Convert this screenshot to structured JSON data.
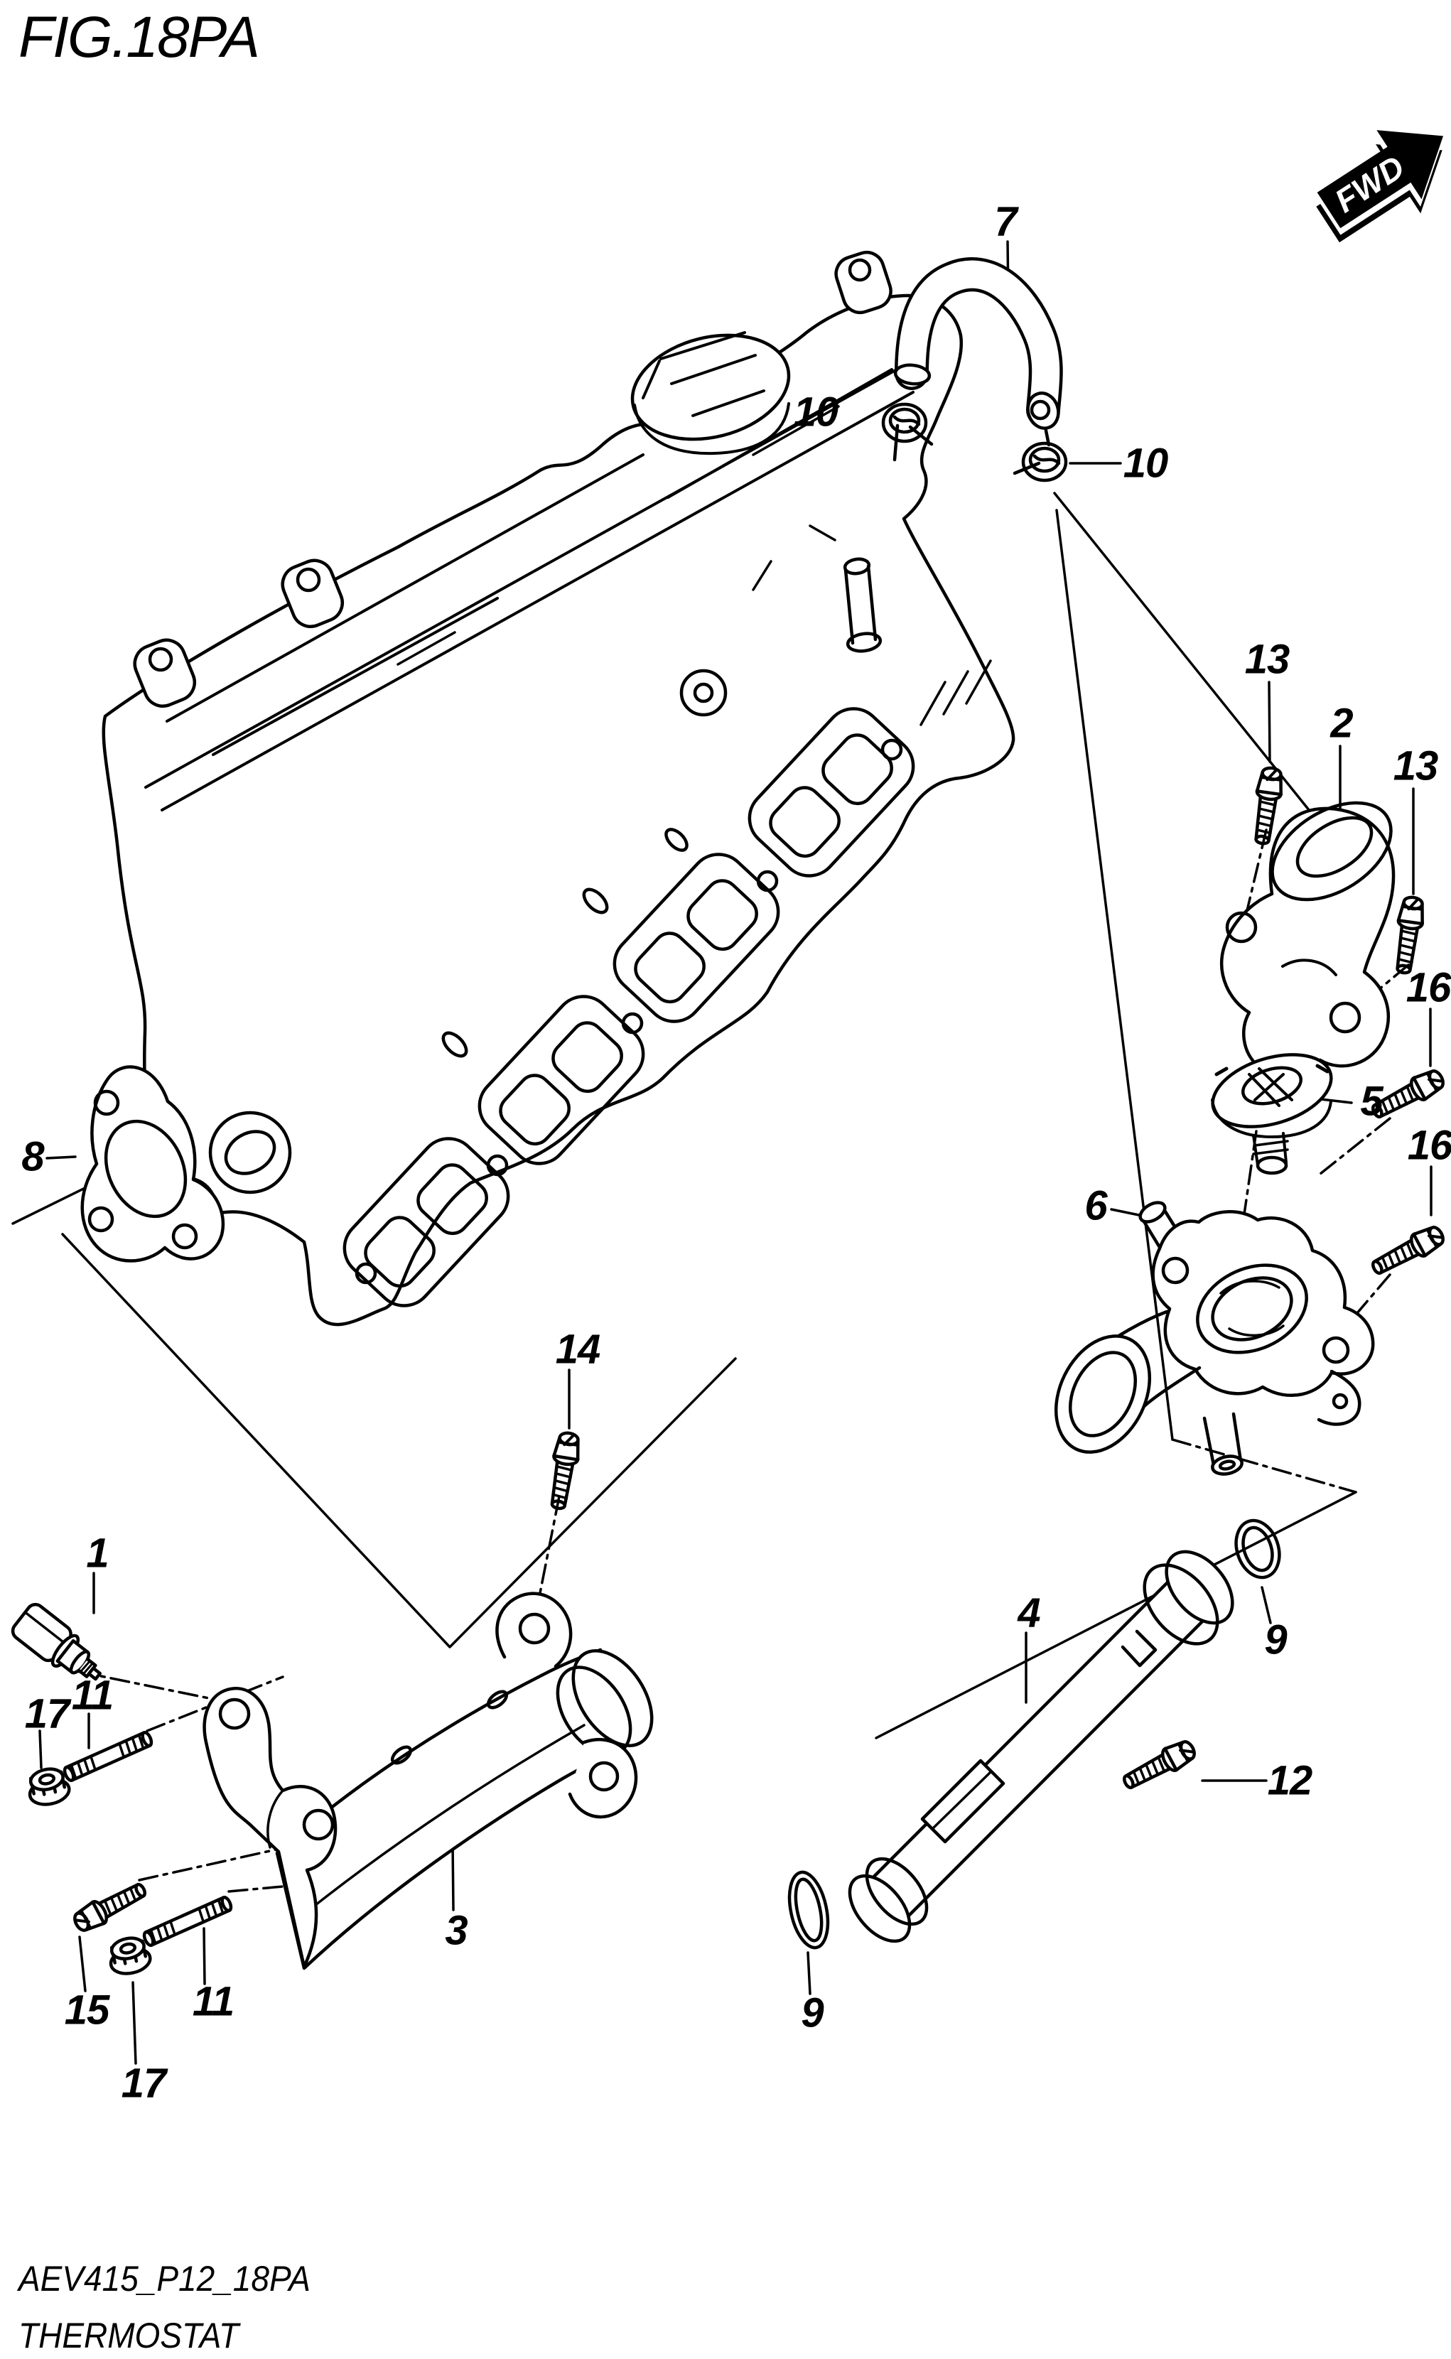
{
  "page": {
    "title": "FIG.18PA",
    "footer_code": "AEV415_P12_18PA",
    "footer_name": "THERMOSTAT",
    "background_color": "#ffffff",
    "line_color": "#000000"
  },
  "fwd_icon": {
    "label": "FWD"
  },
  "callouts": [
    {
      "text": "7"
    },
    {
      "text": "10"
    },
    {
      "text": "10"
    },
    {
      "text": "13"
    },
    {
      "text": "2"
    },
    {
      "text": "13"
    },
    {
      "text": "16"
    },
    {
      "text": "5"
    },
    {
      "text": "16"
    },
    {
      "text": "6"
    },
    {
      "text": "8"
    },
    {
      "text": "14"
    },
    {
      "text": "1"
    },
    {
      "text": "11"
    },
    {
      "text": "17"
    },
    {
      "text": "3"
    },
    {
      "text": "9"
    },
    {
      "text": "4"
    },
    {
      "text": "9"
    },
    {
      "text": "12"
    },
    {
      "text": "15"
    },
    {
      "text": "17"
    },
    {
      "text": "11"
    }
  ]
}
